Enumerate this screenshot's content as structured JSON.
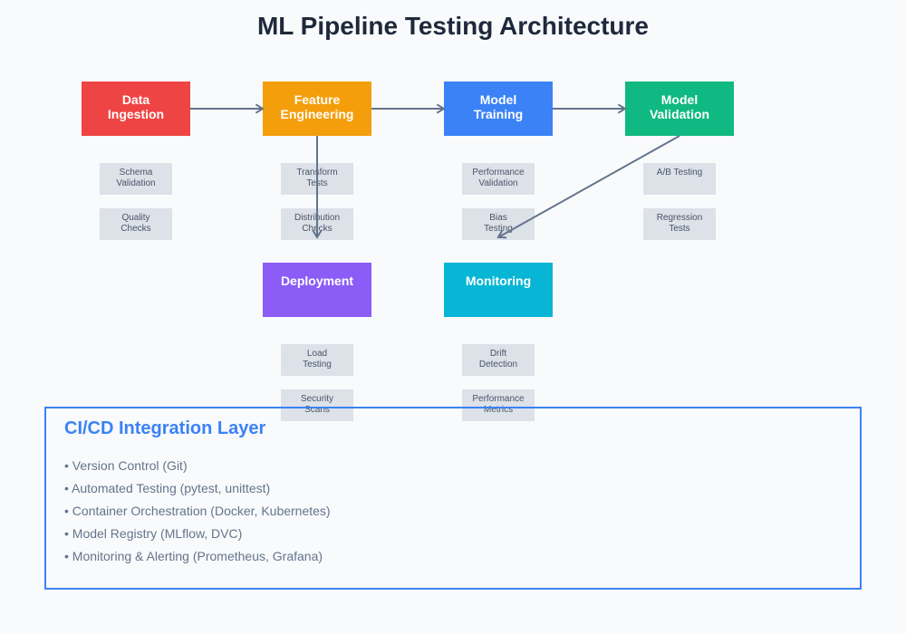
{
  "title": "ML Pipeline Testing Architecture",
  "colors": {
    "data_ingestion": "#ef4444",
    "feature_engineering": "#f59e0b",
    "model_training": "#3b82f6",
    "model_validation": "#10b981",
    "deployment": "#8b5cf6",
    "monitoring": "#06b6d4",
    "arrow": "#64748b",
    "cicd_accent": "#3b82f6"
  },
  "stages": [
    {
      "id": "data-ingestion",
      "line1": "Data",
      "line2": "Ingestion",
      "tests": [
        [
          "Schema",
          "Validation"
        ],
        [
          "Quality",
          "Checks"
        ]
      ]
    },
    {
      "id": "feature-engineering",
      "line1": "Feature",
      "line2": "Engineering",
      "tests": [
        [
          "Transform",
          "Tests"
        ],
        [
          "Distribution",
          "Checks"
        ]
      ]
    },
    {
      "id": "model-training",
      "line1": "Model",
      "line2": "Training",
      "tests": [
        [
          "Performance",
          "Validation"
        ],
        [
          "Bias",
          "Testing"
        ]
      ]
    },
    {
      "id": "model-validation",
      "line1": "Model",
      "line2": "Validation",
      "tests": [
        [
          "A/B Testing",
          ""
        ],
        [
          "Regression",
          "Tests"
        ]
      ]
    },
    {
      "id": "deployment",
      "line1": "Deployment",
      "line2": "",
      "tests": [
        [
          "Load",
          "Testing"
        ],
        [
          "Security",
          "Scans"
        ]
      ]
    },
    {
      "id": "monitoring",
      "line1": "Monitoring",
      "line2": "",
      "tests": [
        [
          "Drift",
          "Detection"
        ],
        [
          "Performance",
          "Metrics"
        ]
      ]
    }
  ],
  "connections": [
    {
      "from": "data-ingestion",
      "to": "feature-engineering"
    },
    {
      "from": "feature-engineering",
      "to": "model-training"
    },
    {
      "from": "model-training",
      "to": "model-validation"
    },
    {
      "from": "feature-engineering",
      "to": "deployment"
    },
    {
      "from": "model-validation",
      "to": "monitoring"
    }
  ],
  "cicd": {
    "title": "CI/CD Integration Layer",
    "items": [
      "• Version Control (Git)",
      "• Automated Testing (pytest, unittest)",
      "• Container Orchestration (Docker, Kubernetes)",
      "• Model Registry (MLflow, DVC)",
      "• Monitoring & Alerting (Prometheus, Grafana)"
    ]
  }
}
